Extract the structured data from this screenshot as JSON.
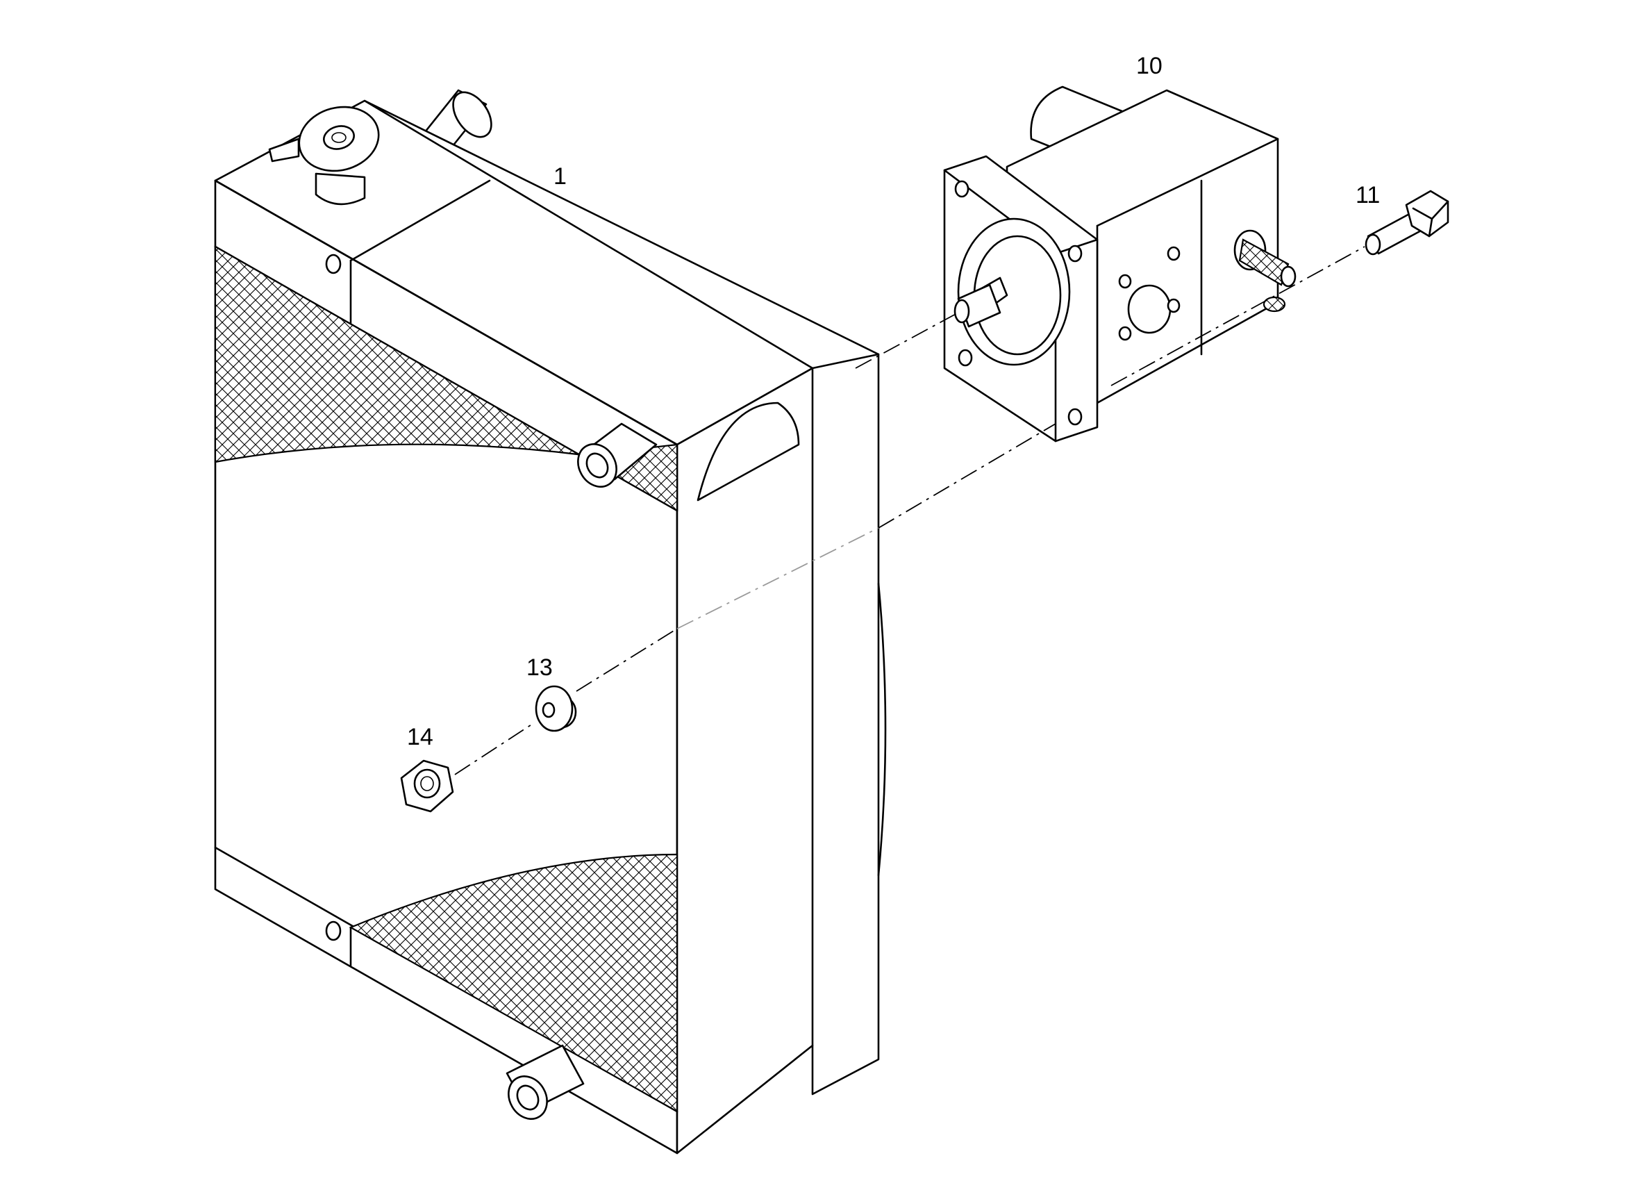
{
  "diagram": {
    "colors": {
      "line": "#000000",
      "background": "#ffffff",
      "leader_gray": "#9a9a9a"
    },
    "callouts": [
      {
        "id": "1",
        "text": "1"
      },
      {
        "id": "10",
        "text": "10"
      },
      {
        "id": "11",
        "text": "11"
      },
      {
        "id": "13",
        "text": "13"
      },
      {
        "id": "14",
        "text": "14"
      }
    ]
  }
}
